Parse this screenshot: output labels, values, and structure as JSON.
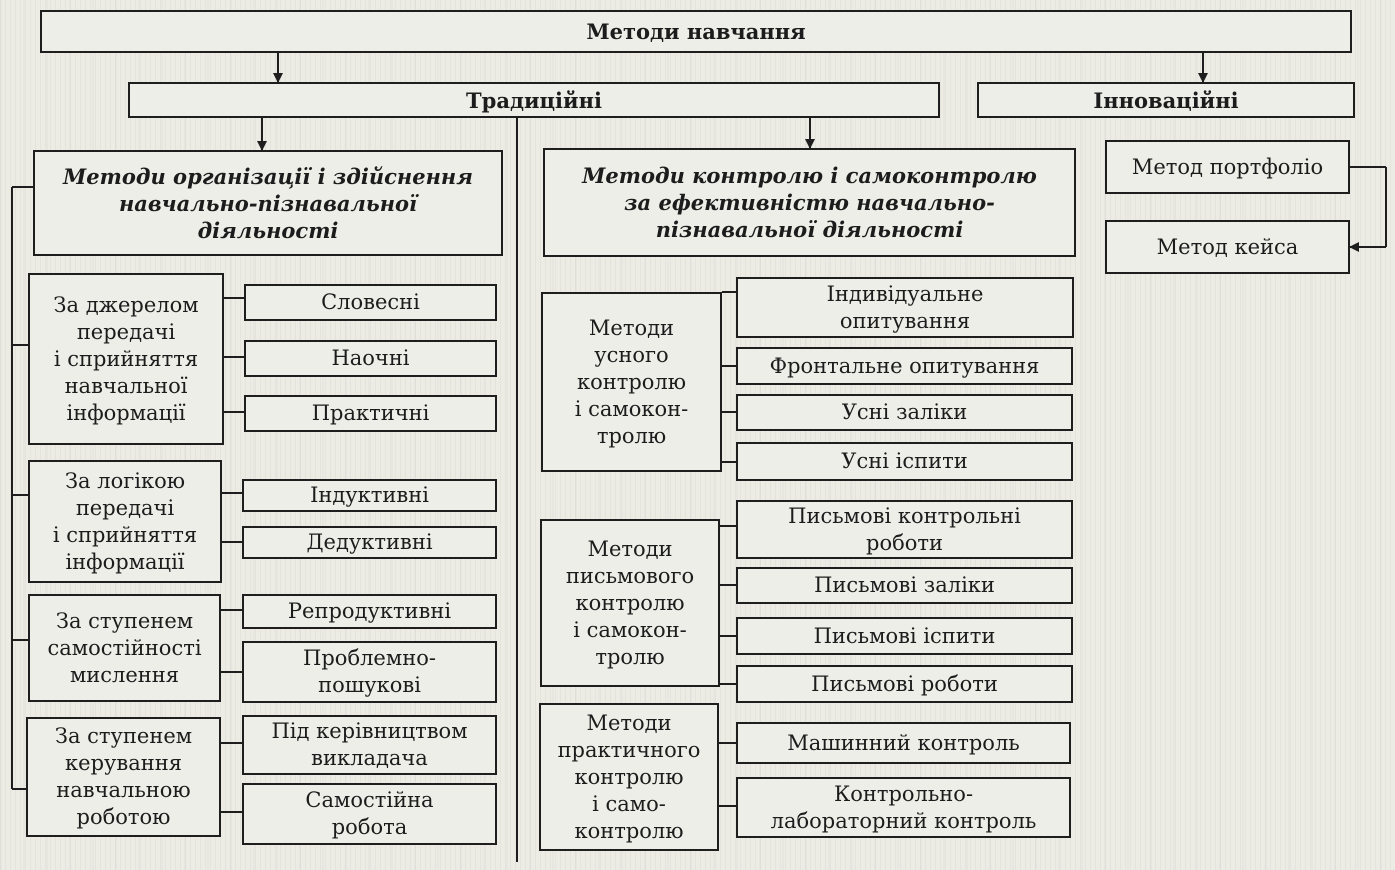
{
  "root": "Методи навчання",
  "traditional": {
    "title": "Традиційні",
    "organization": {
      "title": "Методи організації і здійснення\nнавчально-пізнавальної\nдіяльності",
      "groups": [
        {
          "label": "За джерелом\nпередачі\nі сприйняття\nнавчальної\nінформації",
          "items": [
            "Словесні",
            "Наочні",
            "Практичні"
          ]
        },
        {
          "label": "За логікою\nпередачі\nі сприйняття\nінформації",
          "items": [
            "Індуктивні",
            "Дедуктивні"
          ]
        },
        {
          "label": "За ступенем\nсамостійності\nмислення",
          "items": [
            "Репродуктивні",
            "Проблемно-\nпошукові"
          ]
        },
        {
          "label": "За ступенем\nкерування\nнавчальною\nроботою",
          "items": [
            "Під керівництвом\nвикладача",
            "Самостійна\nробота"
          ]
        }
      ]
    },
    "control": {
      "title": "Методи контролю і самоконтролю\nза ефективністю навчально-\nпізнавальної діяльності",
      "groups": [
        {
          "label": "Методи\nусного\nконтролю\nі самокон-\nтролю",
          "items": [
            "Індивідуальне\nопитування",
            "Фронтальне опитування",
            "Усні заліки",
            "Усні іспити"
          ]
        },
        {
          "label": "Методи\nписьмового\nконтролю\nі самокон-\nтролю",
          "items": [
            "Письмові контрольні\nроботи",
            "Письмові заліки",
            "Письмові іспити",
            "Письмові роботи"
          ]
        },
        {
          "label": "Методи\nпрактичного\nконтролю\nі само-\nконтролю",
          "items": [
            "Машинний контроль",
            "Контрольно-\nлабораторний контроль"
          ]
        }
      ]
    }
  },
  "innovative": {
    "title": "Інноваційні",
    "items": [
      "Метод портфоліо",
      "Метод кейса"
    ]
  }
}
